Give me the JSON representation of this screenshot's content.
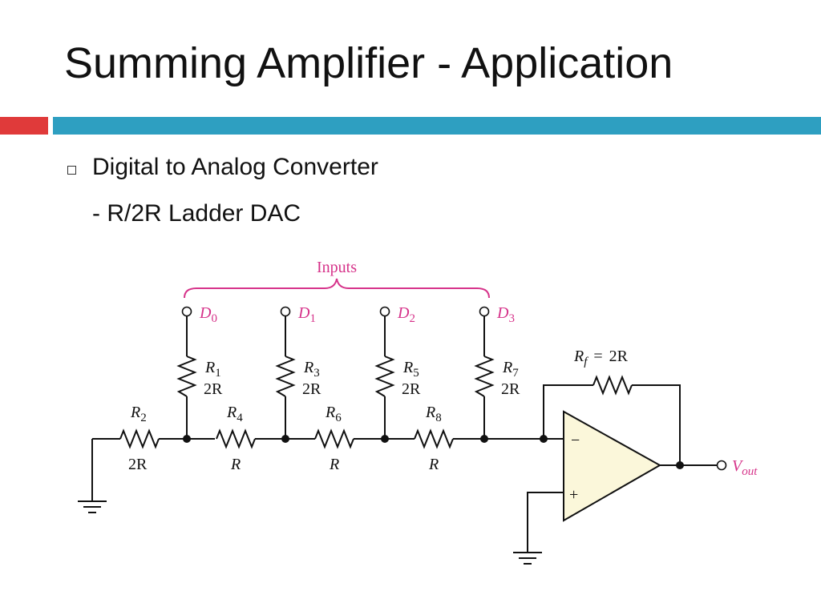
{
  "slide": {
    "title": "Summing Amplifier - Application",
    "bullet": "Digital to Analog Converter",
    "sub_bullet": "- R/2R Ladder DAC"
  },
  "colors": {
    "accent_red": "#e03a3a",
    "accent_blue": "#2e9fc1",
    "pink": "#d6338a",
    "opamp_fill": "#fbf7da"
  },
  "circuit": {
    "inputs_label": "Inputs",
    "inputs": [
      {
        "name": "D",
        "sub": "0"
      },
      {
        "name": "D",
        "sub": "1"
      },
      {
        "name": "D",
        "sub": "2"
      },
      {
        "name": "D",
        "sub": "3"
      }
    ],
    "vertical_resistors": [
      {
        "name": "R",
        "sub": "1",
        "value": "2R"
      },
      {
        "name": "R",
        "sub": "3",
        "value": "2R"
      },
      {
        "name": "R",
        "sub": "5",
        "value": "2R"
      },
      {
        "name": "R",
        "sub": "7",
        "value": "2R"
      }
    ],
    "horizontal_resistors": [
      {
        "name": "R",
        "sub": "2",
        "value": "2R"
      },
      {
        "name": "R",
        "sub": "4",
        "value": "R"
      },
      {
        "name": "R",
        "sub": "6",
        "value": "R"
      },
      {
        "name": "R",
        "sub": "8",
        "value": "R"
      }
    ],
    "feedback": {
      "name": "R",
      "sub": "f",
      "equals": "=",
      "value": "2R"
    },
    "opamp_minus": "−",
    "opamp_plus": "+",
    "output": {
      "name": "V",
      "sub": "out"
    }
  }
}
